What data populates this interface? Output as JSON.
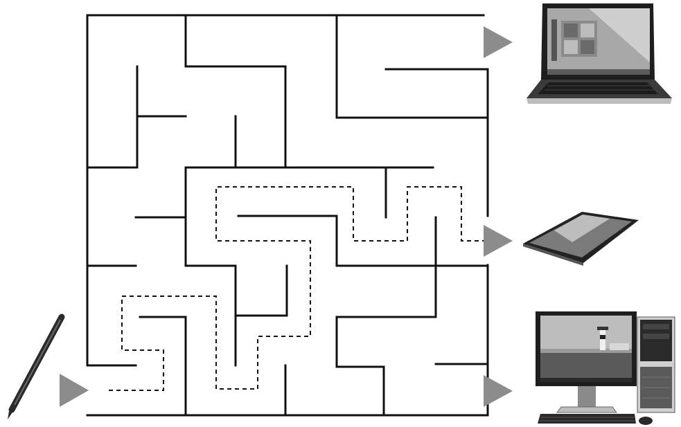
{
  "puzzle": {
    "kind": "maze",
    "start": "stylus",
    "exits": [
      "laptop",
      "tablet",
      "desktop-computer"
    ],
    "solution_exit": "tablet",
    "solution_line_style": "dashed"
  },
  "colors": {
    "wall": "#111111",
    "path": "#111111",
    "arrow": "#8c8c8c",
    "device_dark": "#2a2a2a",
    "device_mid": "#6a6a6a",
    "device_light": "#bdbdbd"
  },
  "icons": [
    "stylus-icon",
    "laptop-icon",
    "tablet-icon",
    "desktop-computer-icon",
    "arrow-icon"
  ]
}
